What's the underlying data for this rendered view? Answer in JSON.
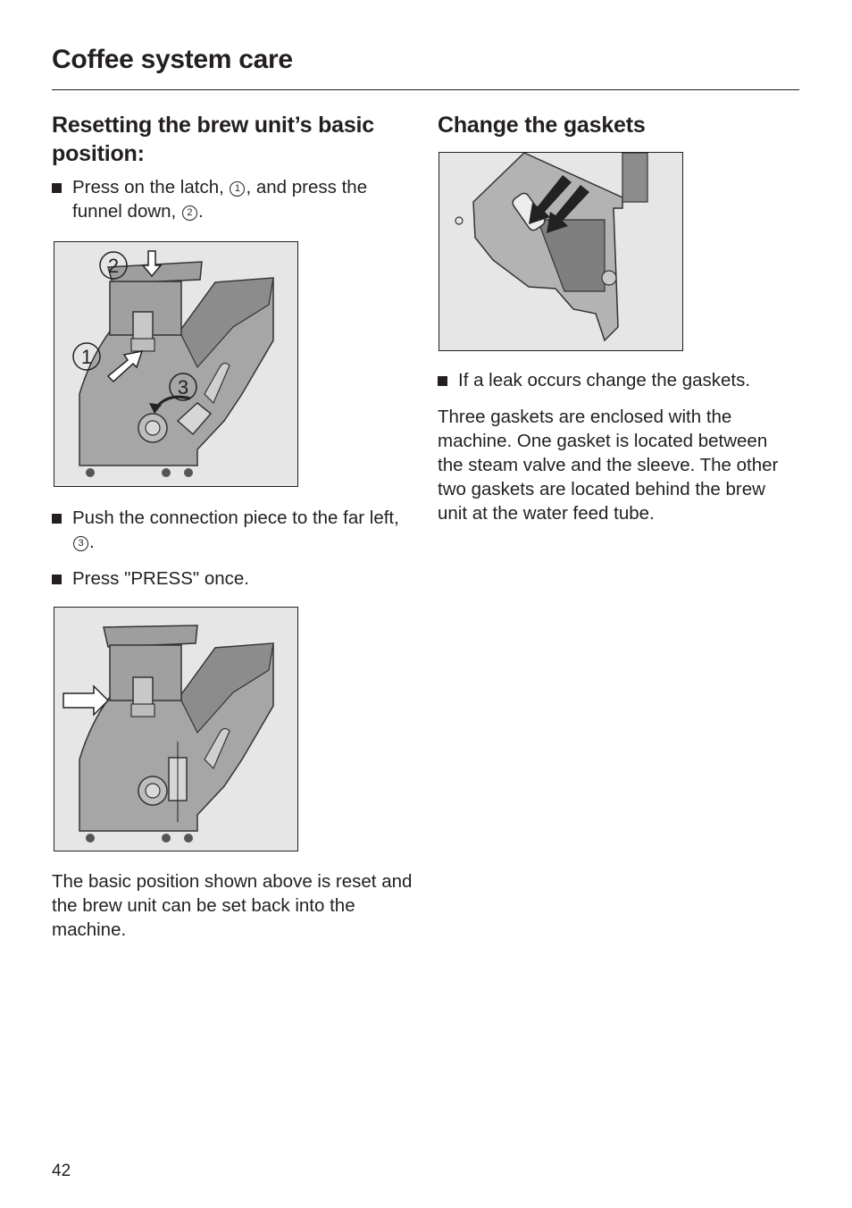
{
  "page": {
    "title": "Coffee system care",
    "number": "42"
  },
  "left": {
    "heading": "Resetting the brew unit’s basic position:",
    "step1": {
      "before": "Press on the latch, ",
      "mark1": "1",
      "middle": ", and press the funnel down, ",
      "mark2": "2",
      "after": "."
    },
    "figure1": {
      "labels": [
        "1",
        "2",
        "3"
      ]
    },
    "step2": {
      "before": "Push the connection piece to the far left, ",
      "mark": "3",
      "after": "."
    },
    "step3": "Press \"PRESS\" once.",
    "closing": "The basic position shown above is reset and the brew unit can be set back into the machine."
  },
  "right": {
    "heading": "Change the gaskets",
    "bullet": "If a leak occurs change the gaskets.",
    "paragraph": "Three gaskets are enclosed with the machine. One gasket is located between the steam valve and the sleeve. The other two gaskets are located behind the brew unit at the water feed tube."
  }
}
